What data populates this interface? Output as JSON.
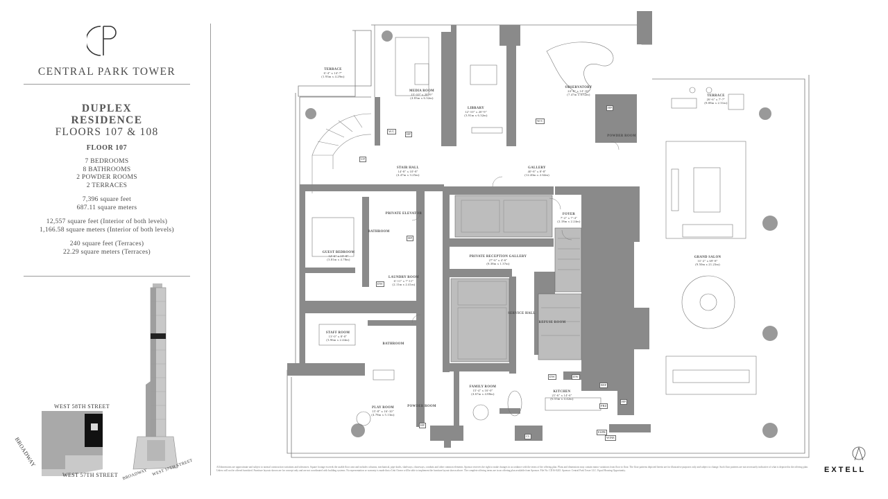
{
  "brand": {
    "name": "CENTRAL PARK TOWER",
    "developer": "EXTELL"
  },
  "residence": {
    "title_line1": "DUPLEX",
    "title_line2": "RESIDENCE",
    "floors": "FLOORS 107 & 108",
    "floor_label": "FLOOR 107",
    "counts": [
      "7 BEDROOMS",
      "8 BATHROOMS",
      "2 POWDER ROOMS",
      "2 TERRACES"
    ],
    "area_floor": [
      "7,396 square feet",
      "687.11 square meters"
    ],
    "area_total": [
      "12,557 square feet (Interior of both levels)",
      "1,166.58 square meters (Interior of both levels)"
    ],
    "area_terraces": [
      "240 square feet (Terraces)",
      "22.29 square meters (Terraces)"
    ]
  },
  "map": {
    "north_street": "WEST 58TH STREET",
    "south_street": "WEST 57TH STREET",
    "avenue": "BROADWAY",
    "tower_broadway": "BROADWAY",
    "tower_street": "WEST 57TH STREET"
  },
  "rooms": {
    "terrace_w": {
      "name": "TERRACE",
      "dims": "6'-4\" x 14'-7\"",
      "metric": "(1.93m x 4.29m)"
    },
    "media": {
      "name": "MEDIA ROOM",
      "dims": "15'-10\" x 20'-9\"",
      "metric": "(4.83m x 6.32m)"
    },
    "library": {
      "name": "LIBRARY",
      "dims": "12'-10\" x 20'-9\"",
      "metric": "(3.91m x 6.32m)"
    },
    "observatory": {
      "name": "OBSERVATORY",
      "dims": "24'-6\" x 14'-10\"",
      "metric": "(7.47m x 4.52m)"
    },
    "terrace_e": {
      "name": "TERRACE",
      "dims": "26'-6\" x 7'-7\"",
      "metric": "(8.08m x 2.31m)"
    },
    "stair_hall": {
      "name": "STAIR HALL",
      "dims": "14'-8\" x 10'-8\"",
      "metric": "(4.47m x 3.25m)"
    },
    "gallery": {
      "name": "GALLERY",
      "dims": "40'-8\" x 8'-8\"",
      "metric": "(12.40m x 2.64m)"
    },
    "guest": {
      "name": "GUEST BEDROOM",
      "dims": "12'-6\" x 15'-8\"",
      "metric": "(3.81m x 4.78m)"
    },
    "foyer": {
      "name": "FOYER",
      "dims": "7'-2\" x 7'-4\"",
      "metric": "(2.18m x 2.24m)"
    },
    "reception": {
      "name": "PRIVATE RECEPTION GALLERY",
      "dims": "27'-6\" x 4'-6\"",
      "metric": "(8.38m x 1.37m)"
    },
    "grand_salon": {
      "name": "GRAND SALON",
      "dims": "31'-2\" x 69'-8\"",
      "metric": "(9.50m x 21.23m)"
    },
    "laundry": {
      "name": "LAUNDRY ROOM",
      "dims": "6'-11\" x 7'-11\"",
      "metric": "(2.11m x 2.41m)"
    },
    "staff": {
      "name": "STAFF ROOM",
      "dims": "13'-0\" x 8'-0\"",
      "metric": "(3.96m x 2.44m)"
    },
    "family": {
      "name": "FAMILY ROOM",
      "dims": "15'-4\" x 16'-0\"",
      "metric": "(4.67m x 4.88m)"
    },
    "kitchen": {
      "name": "KITCHEN",
      "dims": "21'-6\" x 14'-6\"",
      "metric": "(6.55m x 4.42m)"
    },
    "play": {
      "name": "PLAY ROOM",
      "dims": "15'-8\" x 16'-10\"",
      "metric": "(4.78m x 5.13m)"
    },
    "service_hall": "SERVICE HALL",
    "refuse": "REFUSE ROOM",
    "bathroom": "BATHROOM",
    "powder": "POWDER ROOM",
    "private_elevator": "PRIVATE ELEVATOR",
    "wic": "W/C",
    "hp": "HP",
    "dw": "DW",
    "up": "UP",
    "ref": "REF",
    "frz": "FRZ",
    "espr": "ESPR",
    "wine": "WINE",
    "cl": "CL"
  },
  "disclaimer": "All dimensions are approximate and subject to normal construction variations and tolerances. Square footage exceeds the usable floor area and includes columns, mechanical, pipe shafts, shaftways, chaseways, conduits and other common elements. Sponsor reserves the right to make changes in accordance with the terms of the offering plan. Plans and dimensions may contain minor variations from floor to floor. The floor patterns depicted herein are for illustrative purposes only and subject to change. Such floor patterns are not necessarily indicative of what is depicted in the offering plan. Unless will not be offered furnished. Furniture layouts shown are for concept only and are not coordinated with building systems. No representation or warranty is made that a Unit Owner will be able to implement the furniture layout shown above. The complete offering terms are in an offering plan available from Sponsor. File No. CD16-0245. Sponsor: Central Park Tower LLC. Equal Housing Opportunity.",
  "colors": {
    "wall": "#8a8a8a",
    "shade": "#bcbcbc",
    "line": "#555555",
    "text": "#4a4a4a"
  }
}
